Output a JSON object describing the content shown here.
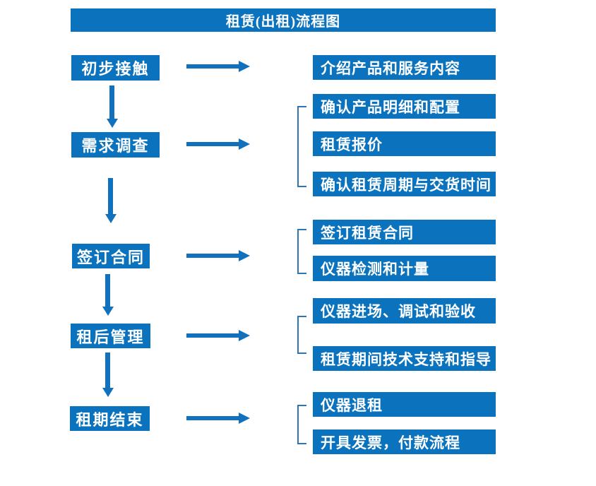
{
  "title": "租赁(出租)流程图",
  "colors": {
    "box_blue": "#0b72be",
    "arrow_blue": "#1171bc",
    "bracket_blue": "#2e75b6",
    "text_white": "#ffffff"
  },
  "steps": [
    {
      "label": "初步接触",
      "targets": [
        "介绍产品和服务内容"
      ]
    },
    {
      "label": "需求调查",
      "targets": [
        "确认产品明细和配置",
        "租赁报价",
        "确认租赁周期与交货时间"
      ]
    },
    {
      "label": "签订合同",
      "targets": [
        "签订租赁合同",
        "仪器检测和计量"
      ]
    },
    {
      "label": "租后管理",
      "targets": [
        "仪器进场、调试和验收",
        "租赁期间技术支持和指导"
      ]
    },
    {
      "label": "租期结束",
      "targets": [
        "仪器退租",
        "开具发票，付款流程"
      ]
    }
  ]
}
